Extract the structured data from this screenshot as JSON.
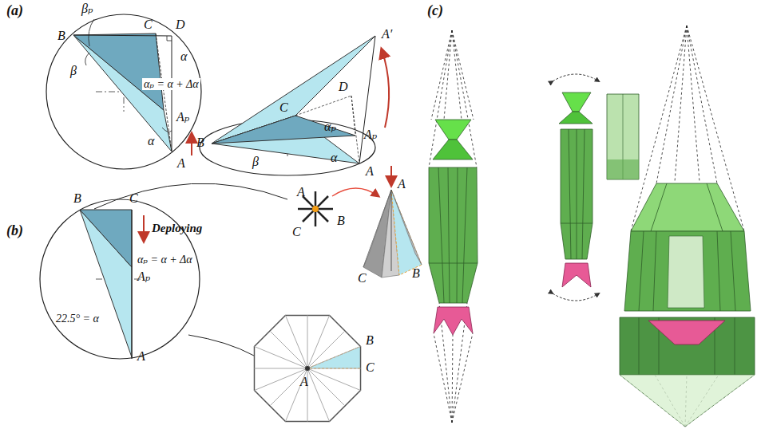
{
  "diagram": {
    "labels": [
      "(a)",
      "B",
      "βₚ",
      "C",
      "D",
      "β",
      "α",
      "αₚ = α + Δα",
      "Aₚ",
      "α",
      "A",
      "A′",
      "D",
      "C",
      "B",
      "β",
      "αₚ",
      "Aₚ",
      "α",
      "A",
      "(b)",
      "B",
      "C",
      "Deploying",
      "αₚ = α + Δα",
      "Aₚ",
      "22.5° = α",
      "A",
      "A",
      "B",
      "C",
      "A",
      "C",
      "B",
      "B",
      "C",
      "A",
      "(c)"
    ]
  }
}
